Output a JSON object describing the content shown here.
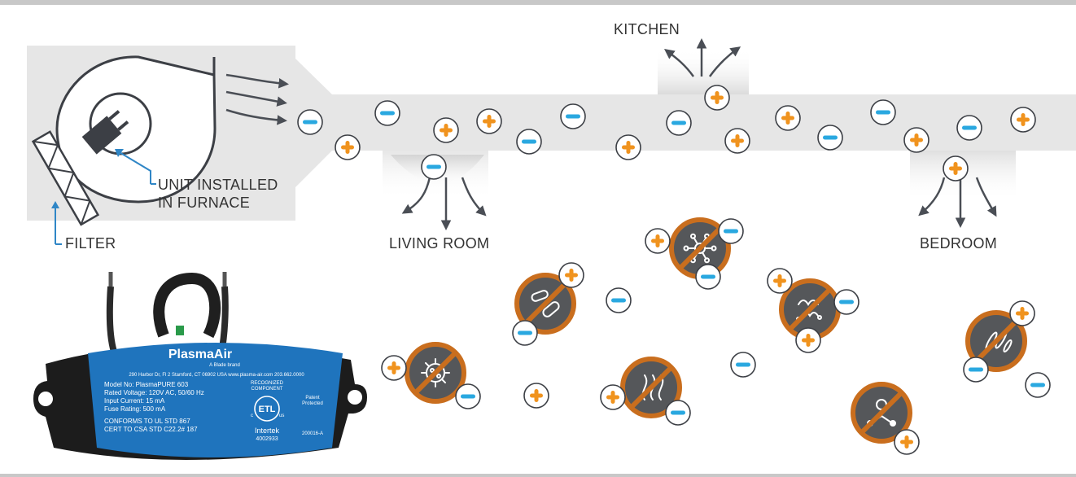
{
  "labels": {
    "kitchen": "KITCHEN",
    "living_room": "LIVING ROOM",
    "bedroom": "BEDROOM",
    "unit_installed_line1": "UNIT INSTALLED",
    "unit_installed_line2": "IN FURNACE",
    "filter": "FILTER"
  },
  "device_label": {
    "brand": "PlasmaAir",
    "tagline": "A Blade brand",
    "address": "290 Harbor Dr, Fl 2  Stamford, CT 06902 USA   www.plasma-air.com   203.662.0000",
    "model_line": "Model No:       PlasmaPURE 603",
    "voltage_line": "Rated Voltage: 120V AC, 50/60 Hz",
    "current_line": "Input Current: 15 mA",
    "fuse_line": "Fuse Rating:     500 mA",
    "ul_line": "CONFORMS TO UL STD 867",
    "csa_line": "CERT TO CSA STD C22.2# 187",
    "recognized": "RECOGNIZED",
    "component": "COMPONENT",
    "etl": "ETL",
    "etl_c": "c",
    "etl_us": "us",
    "patent1": "Patent",
    "patent2": "Protected",
    "intertek": "Intertek",
    "intertek_no": "4002933",
    "part_no": "200016-A"
  },
  "ion_symbols": {
    "positive": "+",
    "negative": "−"
  },
  "colors": {
    "duct": "#e6e6e6",
    "positive_ion": "#f0931e",
    "negative_ion": "#2aa8e0",
    "blocked_ring": "#c96e1e",
    "blocked_fill": "#55575a",
    "arrow": "#4a4e55",
    "pointer_line": "#2f86c6",
    "label_blue": "#1f74bd"
  },
  "icons": [
    "blower-icon",
    "filter-icon",
    "arrow-icon",
    "ion-positive-icon",
    "ion-negative-icon",
    "virus-icon",
    "bacteria-icon",
    "mold-icon",
    "odor-icon",
    "smoke-icon",
    "chemical-icon",
    "allergen-icon"
  ]
}
